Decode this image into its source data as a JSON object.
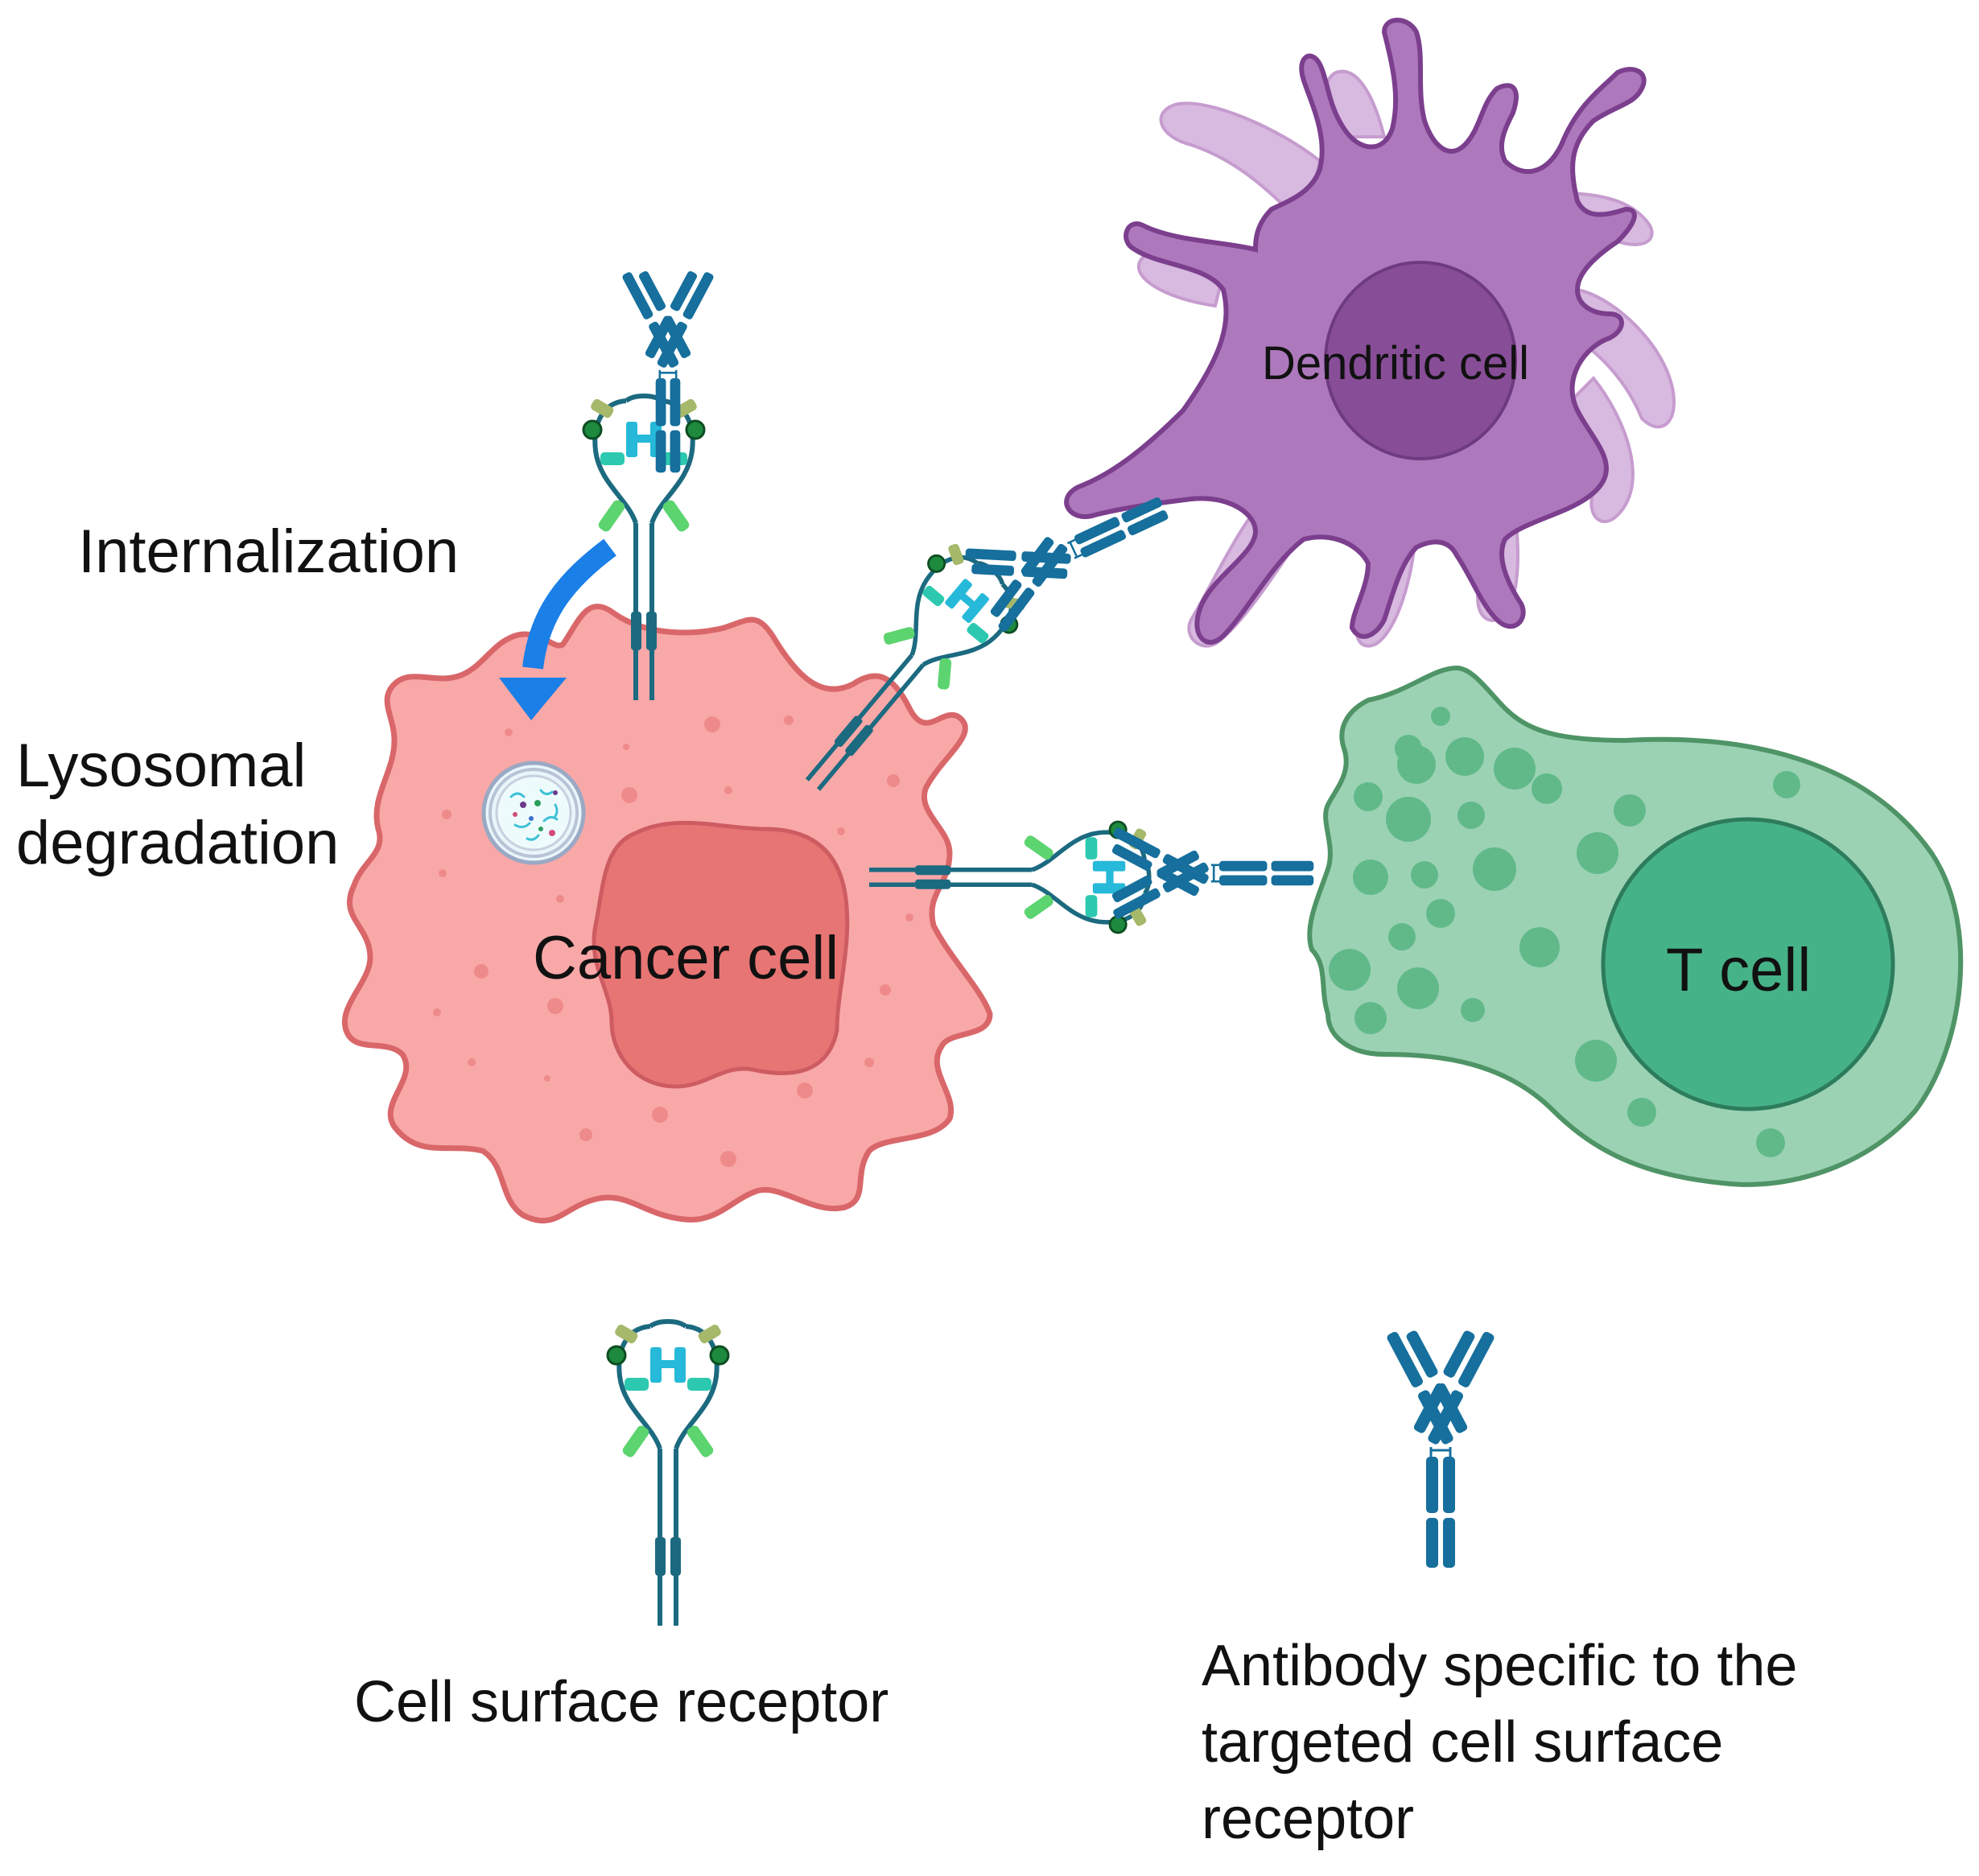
{
  "labels": {
    "internalization": "Internalization",
    "lysosomal_line1": "Lysosomal",
    "lysosomal_line2": "degradation",
    "dendritic_cell": "Dendritic cell",
    "cancer_cell": "Cancer cell",
    "t_cell": "T cell"
  },
  "legend": {
    "receptor_label": "Cell surface receptor",
    "antibody_line1": "Antibody specific to the",
    "antibody_line2": "targeted cell surface",
    "antibody_line3": "receptor"
  },
  "colors": {
    "cancer_fill": "#f9a8a8",
    "cancer_stroke": "#d9676a",
    "cancer_nucleus": "#e77574",
    "dendritic_fill": "#ae79bc",
    "dendritic_stroke": "#7b3f8e",
    "dendritic_faint": "#d8b9df",
    "dendritic_nucleus": "#874e97",
    "tcell_fill": "#9bd2b4",
    "tcell_stroke": "#4f9466",
    "tcell_nucleus": "#46b287",
    "antibody": "#166f9c",
    "receptor_stem": "#1c6a80",
    "receptor_green": "#5cd46f",
    "receptor_cyan": "#26b9d9",
    "receptor_olive": "#a6b86a",
    "arrow": "#1a7fe6"
  }
}
